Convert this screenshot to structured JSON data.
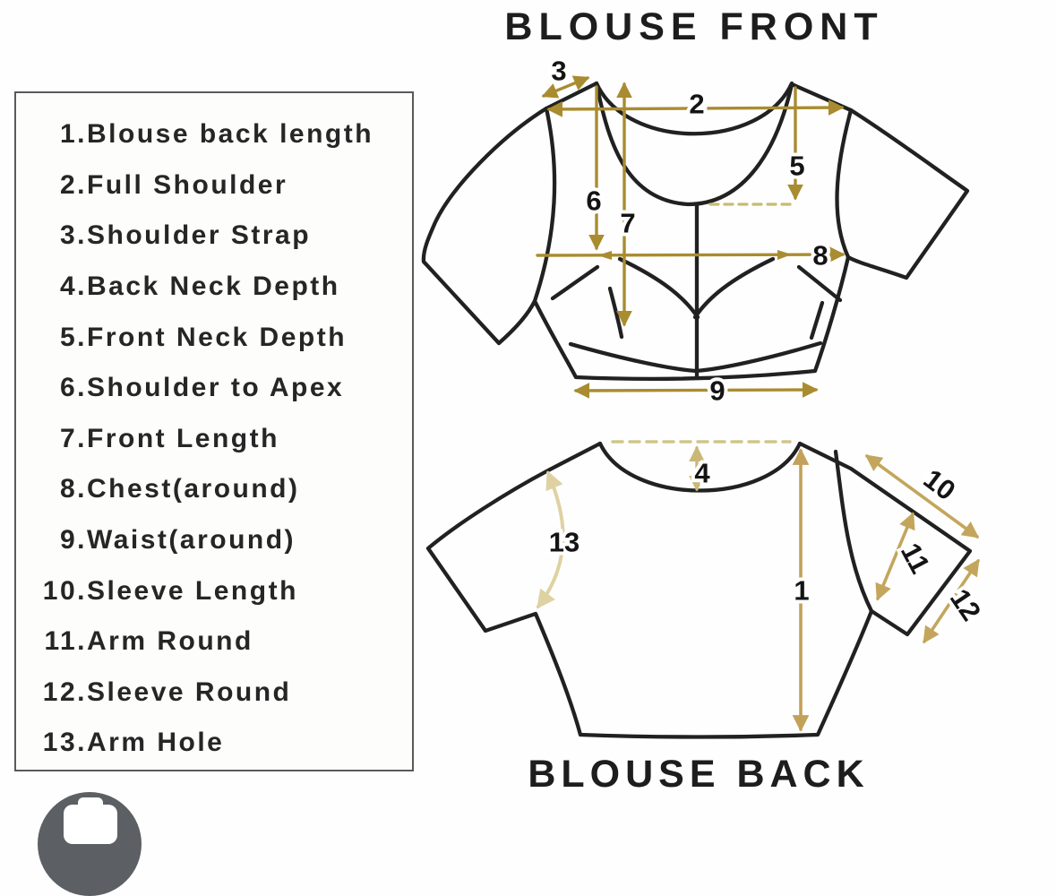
{
  "header": {
    "front_title": "BLOUSE FRONT",
    "back_title": "BLOUSE BACK"
  },
  "legend": {
    "items": [
      {
        "num": "1.",
        "label": "Blouse back length"
      },
      {
        "num": "2.",
        "label": "Full Shoulder"
      },
      {
        "num": "3.",
        "label": "Shoulder Strap"
      },
      {
        "num": "4.",
        "label": "Back Neck Depth"
      },
      {
        "num": "5.",
        "label": "Front Neck Depth"
      },
      {
        "num": "6.",
        "label": "Shoulder to Apex"
      },
      {
        "num": "7.",
        "label": "Front Length"
      },
      {
        "num": "8.",
        "label": "Chest(around)"
      },
      {
        "num": "9.",
        "label": "Waist(around)"
      },
      {
        "num": "10.",
        "label": "Sleeve Length"
      },
      {
        "num": "11.",
        "label": "Arm Round"
      },
      {
        "num": "12.",
        "label": "Sleeve Round"
      },
      {
        "num": "13.",
        "label": "Arm Hole"
      }
    ]
  },
  "front_labels": {
    "n2": "2",
    "n3": "3",
    "n5": "5",
    "n6": "6",
    "n7": "7",
    "n8": "8",
    "n9": "9"
  },
  "back_labels": {
    "n1": "1",
    "n4": "4",
    "n10": "10",
    "n11": "11",
    "n12": "12",
    "n13": "13"
  },
  "colors": {
    "outline": "#212121",
    "measure_gold": "#a98c30",
    "measure_tan": "#c3a65c",
    "measure_pale": "#c9b878",
    "dash_pale": "#d0c58b",
    "armhole_pale": "#ded2a2",
    "length_gold": "#c2a159",
    "lens_background": "#5c6064"
  },
  "lens_button": {
    "icon": "camera-icon"
  }
}
